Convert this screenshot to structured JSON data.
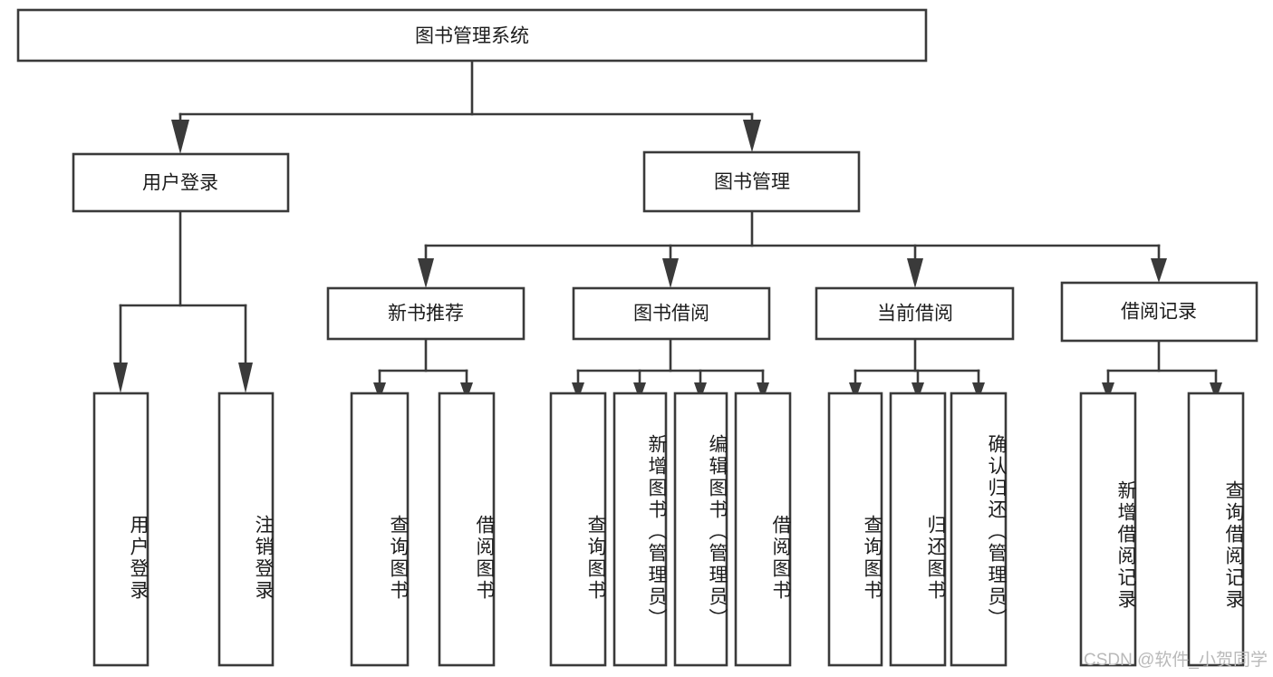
{
  "diagram": {
    "type": "tree-hierarchy",
    "title": "图书管理系统",
    "orientation": "top-down",
    "colors": {
      "box_fill": "#ffffff",
      "box_stroke": "#3a3a3a",
      "connector": "#3a3a3a",
      "text": "#1c1c1c",
      "watermark": "#b9b9b9",
      "background": "#ffffff"
    },
    "root": {
      "label": "图书管理系统"
    },
    "level2": [
      {
        "label": "用户登录"
      },
      {
        "label": "图书管理"
      }
    ],
    "level3": [
      {
        "label": "新书推荐"
      },
      {
        "label": "图书借阅"
      },
      {
        "label": "当前借阅"
      },
      {
        "label": "借阅记录"
      }
    ],
    "leaves": {
      "user_login": [
        {
          "label": "用户登录"
        },
        {
          "label": "注销登录"
        }
      ],
      "new_book_recommend": [
        {
          "label": "查询图书"
        },
        {
          "label": "借阅图书"
        }
      ],
      "book_borrow": [
        {
          "label": "查询图书"
        },
        {
          "label": "新增图书（管理员）"
        },
        {
          "label": "编辑图书（管理员）"
        },
        {
          "label": "借阅图书"
        }
      ],
      "current_borrow": [
        {
          "label": "查询图书"
        },
        {
          "label": "归还图书"
        },
        {
          "label": "确认归还（管理员）"
        }
      ],
      "borrow_record": [
        {
          "label": "新增借阅记录"
        },
        {
          "label": "查询借阅记录"
        }
      ]
    },
    "watermark": "CSDN @软件_小贺同学"
  }
}
